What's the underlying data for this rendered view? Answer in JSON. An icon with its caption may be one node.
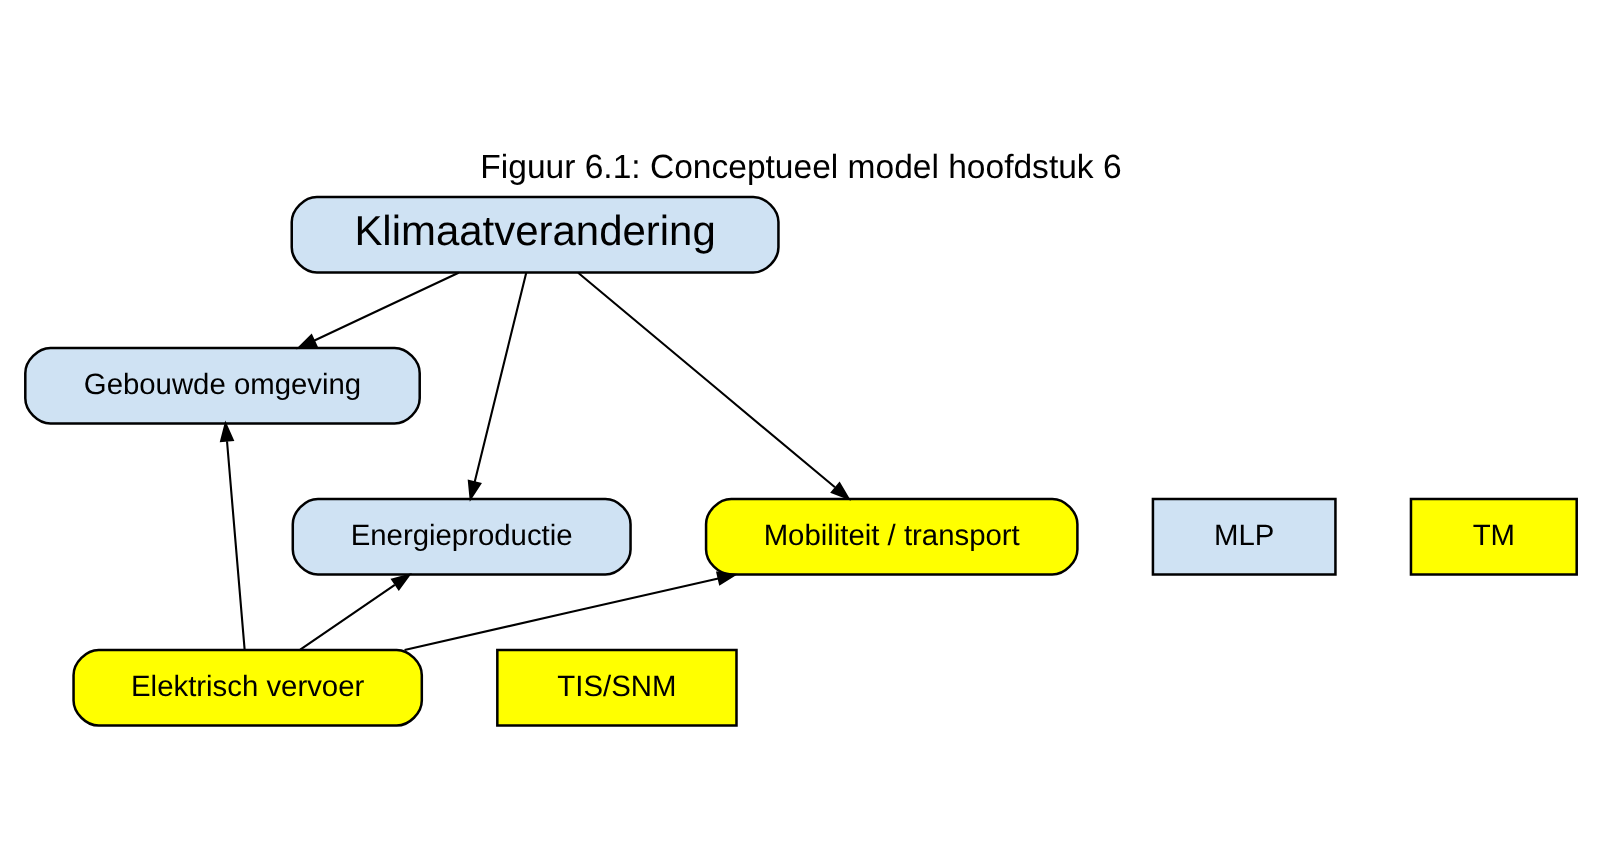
{
  "diagram": {
    "title": "Figuur 6.1: Conceptueel model hoofdstuk 6",
    "nodes": [
      {
        "text": [
          "Klimaatverandering"
        ]
      },
      {
        "text": [
          "Gebouwde omgeving"
        ]
      },
      {
        "text": [
          "Energieproductie"
        ]
      },
      {
        "text": [
          "Mobiliteit / transport"
        ]
      },
      {
        "text": [
          "Elektrisch vervoer"
        ]
      },
      {
        "text": [
          "MLP"
        ]
      },
      {
        "text": [
          "TM"
        ]
      },
      {
        "text": [
          "TIS/SNM"
        ]
      }
    ],
    "edges": [
      {
        "from": 0,
        "to": 1,
        "arrow": "to"
      },
      {
        "from": 0,
        "to": 2,
        "arrow": "to"
      },
      {
        "from": 0,
        "to": 3,
        "arrow": "to"
      },
      {
        "from": 4,
        "to": 2,
        "arrow": "to"
      },
      {
        "from": 4,
        "to": 1,
        "arrow": "to"
      },
      {
        "from": 4,
        "to": 3,
        "arrow": "to"
      }
    ]
  }
}
